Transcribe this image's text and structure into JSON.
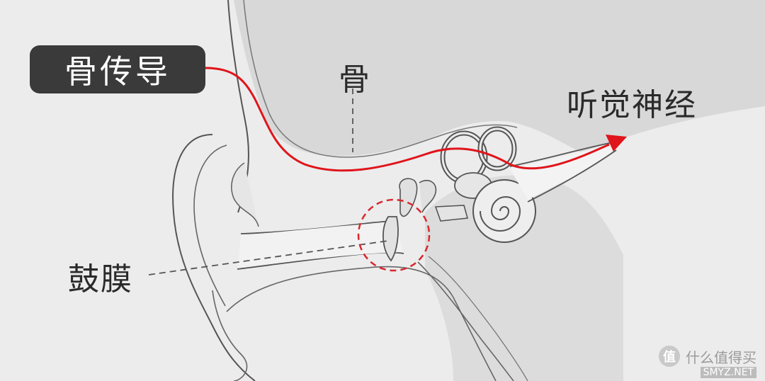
{
  "labels": {
    "bone_conduction": "骨传导",
    "bone": "骨",
    "auditory_nerve": "听觉神经",
    "eardrum": "鼓膜"
  },
  "watermark": {
    "badge": "值",
    "text": "什么值得买",
    "site": "SMYZ.NET"
  },
  "colors": {
    "background": "#ececec",
    "bone_fill": "#d3d3d3",
    "outline": "#555555",
    "signal_path": "#e0141b",
    "label_pill": "#3a3a3a"
  }
}
